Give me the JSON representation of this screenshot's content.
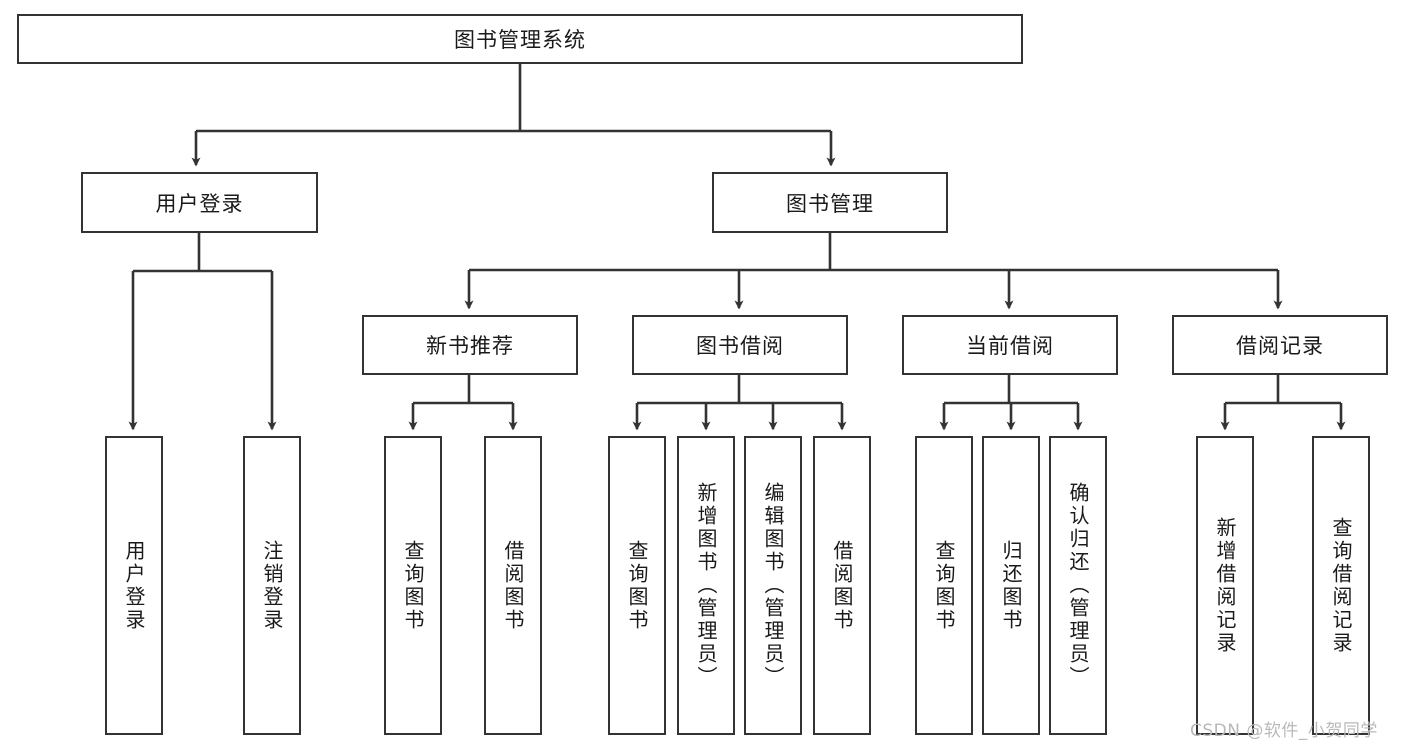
{
  "diagram": {
    "type": "hierarchy-tree",
    "title": "图书管理系统",
    "root": {
      "label": "图书管理系统"
    },
    "level2": [
      {
        "id": "user-login",
        "label": "用户登录"
      },
      {
        "id": "book-management",
        "label": "图书管理"
      }
    ],
    "level3": [
      {
        "id": "new-book-recommend",
        "label": "新书推荐",
        "parent": "book-management"
      },
      {
        "id": "book-borrow",
        "label": "图书借阅",
        "parent": "book-management"
      },
      {
        "id": "current-borrow",
        "label": "当前借阅",
        "parent": "book-management"
      },
      {
        "id": "borrow-record",
        "label": "借阅记录",
        "parent": "book-management"
      }
    ],
    "leaves": {
      "user_login": [
        {
          "label": "用户登录"
        },
        {
          "label": "注销登录"
        }
      ],
      "new_book_recommend": [
        {
          "label": "查询图书"
        },
        {
          "label": "借阅图书"
        }
      ],
      "book_borrow": [
        {
          "label": "查询图书"
        },
        {
          "label": "新增图书（管理员）"
        },
        {
          "label": "编辑图书（管理员）"
        },
        {
          "label": "借阅图书"
        }
      ],
      "current_borrow": [
        {
          "label": "查询图书"
        },
        {
          "label": "归还图书"
        },
        {
          "label": "确认归还（管理员）"
        }
      ],
      "borrow_record": [
        {
          "label": "新增借阅记录"
        },
        {
          "label": "查询借阅记录"
        }
      ]
    },
    "watermark": "CSDN @软件_小贺同学",
    "colors": {
      "border": "#333333",
      "background": "#ffffff",
      "text": "#1a1a1a",
      "watermark": "#b9b9b9"
    }
  }
}
